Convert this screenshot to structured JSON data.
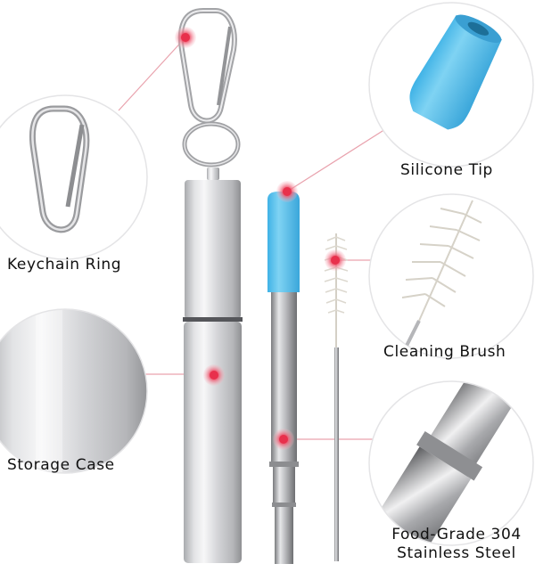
{
  "product": {
    "features": [
      {
        "id": "keychain",
        "label": "Keychain Ring"
      },
      {
        "id": "storage",
        "label": "Storage Case"
      },
      {
        "id": "silicone",
        "label": "Silicone Tip"
      },
      {
        "id": "brush",
        "label": "Cleaning Brush"
      },
      {
        "id": "steel",
        "line1": "Food-Grade 304",
        "line2": "Stainless Steel"
      }
    ]
  },
  "icons": [
    "carabiner-icon",
    "key-ring-icon",
    "callout-dot-icon"
  ],
  "colors": {
    "callout_dot": "#e8304c",
    "callout_line": "#e9a2ad",
    "silicone": "#5ec4ec",
    "aluminium": "#d9dadd",
    "steel": "#b8b9bc"
  }
}
